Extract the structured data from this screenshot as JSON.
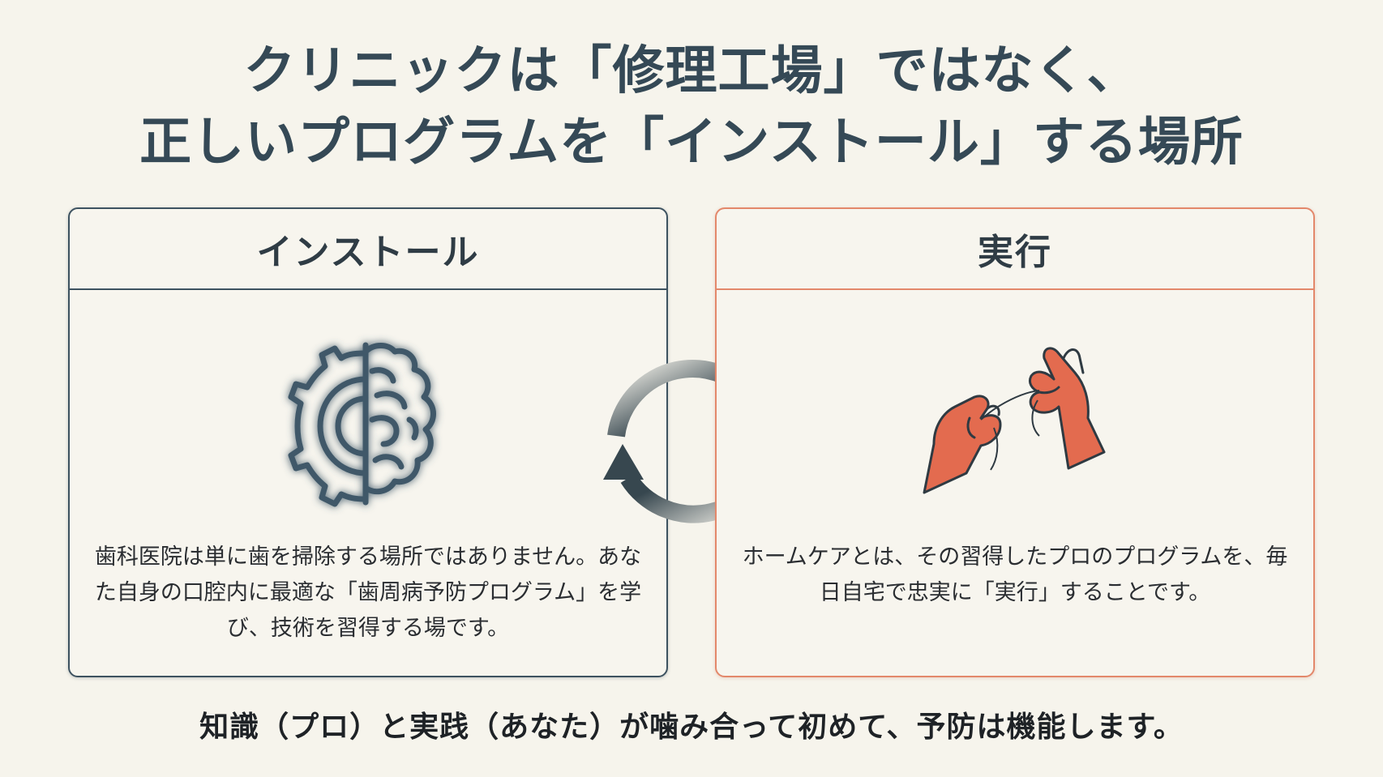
{
  "title": {
    "line1": "クリニックは「修理工場」ではなく、",
    "line2": "正しいプログラムを「インストール」する場所"
  },
  "left_panel": {
    "header": "インストール",
    "icon": "gear-brain-icon",
    "text": "歯科医院は単に歯を掃除する場所ではありません。あなた自身の口腔内に最適な「歯周病予防プログラム」を学び、技術を習得する場です。",
    "color": "#3d5260"
  },
  "cycle": {
    "icon": "cycle-arrows-icon",
    "color": "#37474f"
  },
  "right_panel": {
    "header": "実行",
    "icon": "hands-flossing-icon",
    "text": "ホームケアとは、その習得したプロのプログラムを、毎日自宅で忠実に「実行」することです。",
    "color": "#e3886b"
  },
  "footer": {
    "text": "知識（プロ）と実践（あなた）が噛み合って初めて、予防は機能します。"
  }
}
